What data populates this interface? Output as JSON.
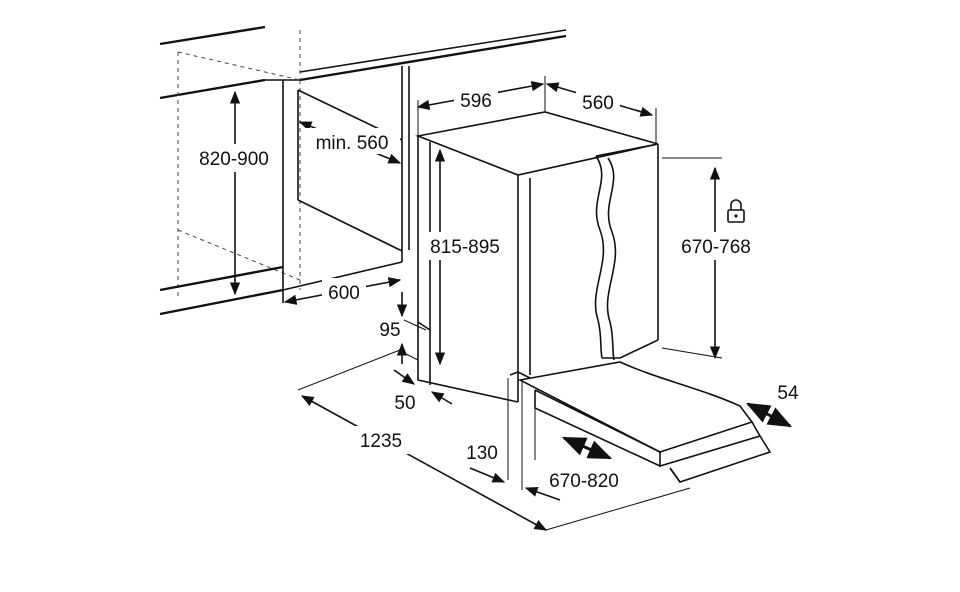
{
  "dimensions": {
    "niche_height": "820-900",
    "niche_depth_min": "min. 560",
    "niche_width": "600",
    "plinth_95": "95",
    "plinth_50": "50",
    "door_open_total": "1235",
    "toe_kick_130": "130",
    "appliance_width": "596",
    "appliance_depth": "560",
    "appliance_height": "815-895",
    "door_panel_height": "670-768",
    "door_panel_adjust": "670-820",
    "door_gap": "54"
  },
  "icons": {
    "lock": "lock-icon"
  },
  "colors": {
    "line": "#111111",
    "background": "#ffffff"
  }
}
